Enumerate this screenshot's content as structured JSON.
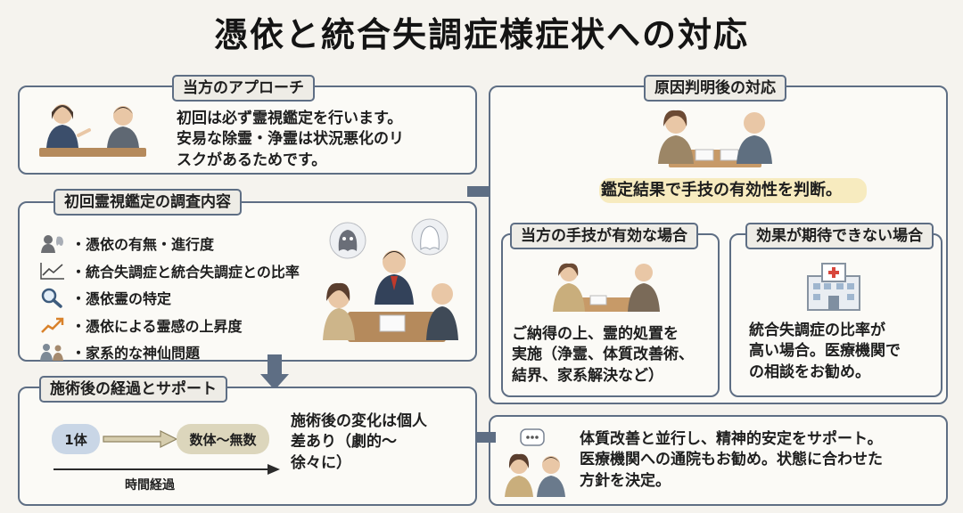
{
  "title": "憑依と統合失調症様症状への対応",
  "approach": {
    "label": "当方のアプローチ",
    "lines": [
      "初回は必ず霊視鑑定を行います。",
      "安易な除霊・浄霊は状況悪化のリ",
      "スクがあるためです。"
    ]
  },
  "investigation": {
    "label": "初回霊視鑑定の調査内容",
    "items": [
      {
        "icon": "ghost-person-icon",
        "text": "・憑依の有無・進行度"
      },
      {
        "icon": "line-chart-icon",
        "text": "・統合失調症と統合失調症との比率"
      },
      {
        "icon": "magnifier-icon",
        "text": "・憑依霊の特定"
      },
      {
        "icon": "rising-arrow-icon",
        "text": "・憑依による霊感の上昇度"
      },
      {
        "icon": "family-icon",
        "text": "・家系的な神仙問題"
      }
    ]
  },
  "after_cause": {
    "label": "原因判明後の対応",
    "text": "鑑定結果で手技の有効性を判断。"
  },
  "effective": {
    "label": "当方の手技が有効な場合",
    "lines": [
      "ご納得の上、霊的処置を",
      "実施（浄霊、体質改善術、",
      "結界、家系解決など）"
    ]
  },
  "not_effective": {
    "label": "効果が期待できない場合",
    "lines": [
      "統合失調症の比率が",
      "高い場合。医療機関で",
      "の相談をお勧め。"
    ]
  },
  "support": {
    "lines": [
      "体質改善と並行し、精神的安定をサポート。",
      "医療機関への通院もお勧め。状態に合わせた",
      "方針を決定。"
    ]
  },
  "progress": {
    "label": "施術後の経過とサポート",
    "start": "1体",
    "end": "数体〜無数",
    "axis_label": "時間経過",
    "lines": [
      "施術後の変化は個人",
      "差あり（劇的〜",
      "徐々に）"
    ]
  },
  "colors": {
    "border": "#5e6e84",
    "arrow": "#5e6e84",
    "highlight": "#f6e7b5",
    "node_start": "#c9d6e6",
    "node_end": "#dcd6bc"
  }
}
